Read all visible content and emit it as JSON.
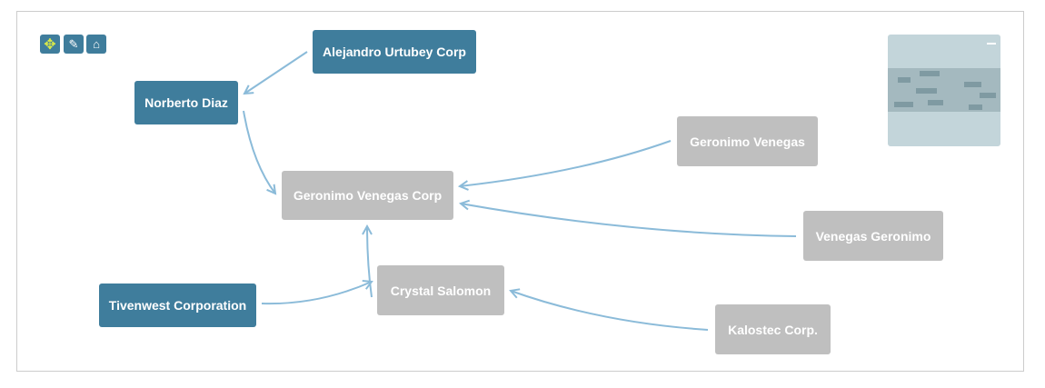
{
  "toolbar": {
    "move": "move-icon",
    "edit": "pencil-icon",
    "home": "home-icon"
  },
  "nodes": {
    "alejandro": "Alejandro Urtubey Corp",
    "norberto": "Norberto Diaz",
    "gvcorp": "Geronimo Venegas Corp",
    "gv": "Geronimo Venegas",
    "vg": "Venegas Geronimo",
    "crystal": "Crystal Salomon",
    "tivenwest": "Tivenwest Corporation",
    "kalostec": "Kalostec Corp."
  },
  "colors": {
    "active": "#3f7d9c",
    "inactive": "#bfbfbf",
    "edge": "#8bbbd9"
  }
}
